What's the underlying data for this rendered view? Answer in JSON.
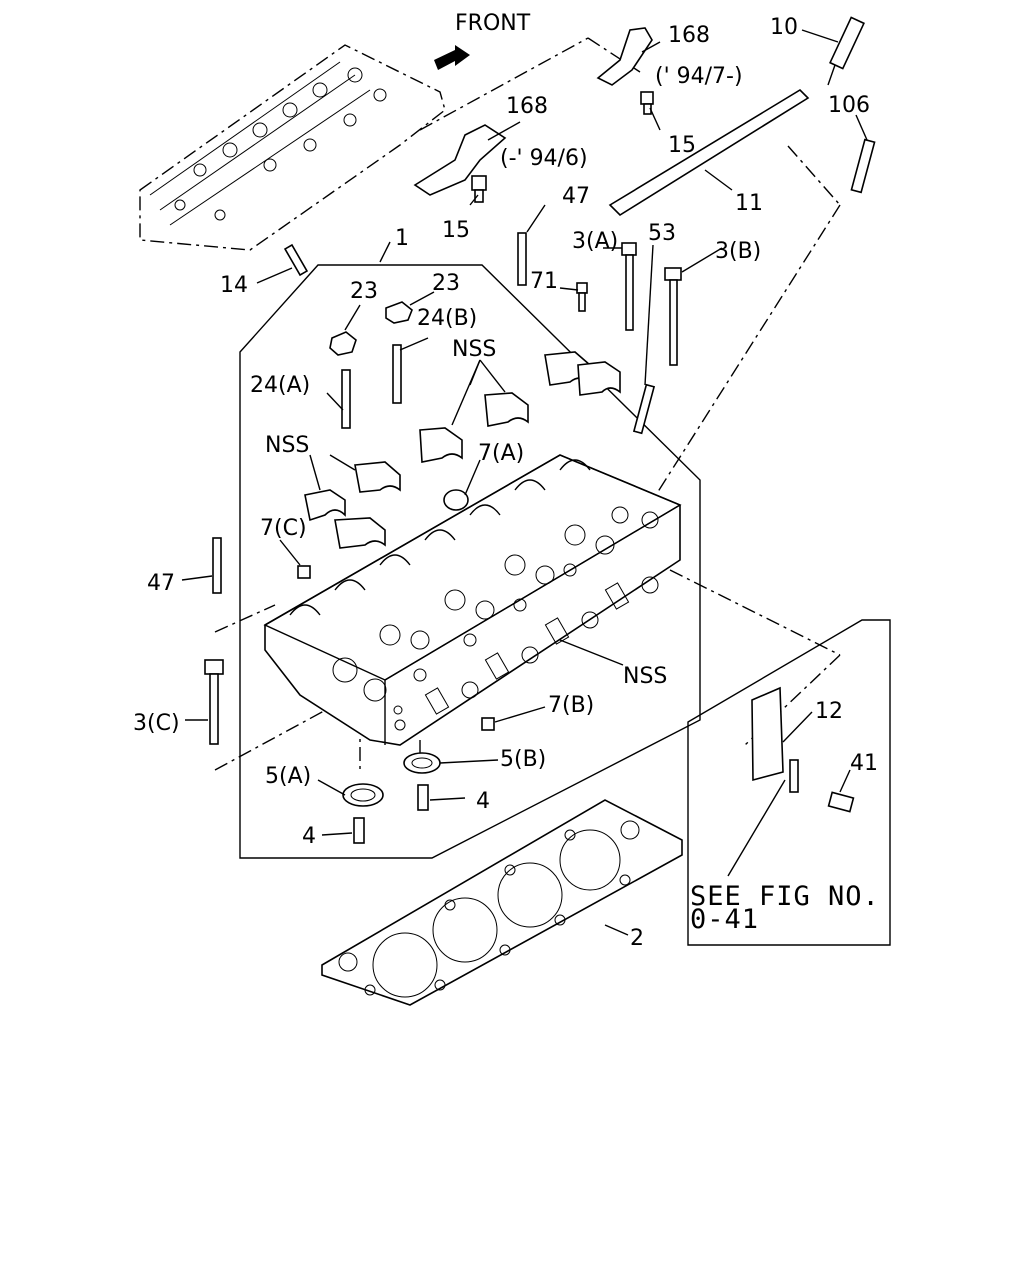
{
  "labels": {
    "front": "FRONT",
    "p168a": "168",
    "p168b": "168",
    "date_late": "(' 94/7-)",
    "date_early": "(-' 94/6)",
    "p10": "10",
    "p106": "106",
    "p15a": "15",
    "p15b": "15",
    "p11": "11",
    "p47a": "47",
    "p47b": "47",
    "p3a": "3(A)",
    "p3b": "3(B)",
    "p3c": "3(C)",
    "p53": "53",
    "p71": "71",
    "p1": "1",
    "p14": "14",
    "p23a": "23",
    "p23b": "23",
    "p24b": "24(B)",
    "p24a": "24(A)",
    "nss1": "NSS",
    "nss2": "NSS",
    "nss3": "NSS",
    "p7a": "7(A)",
    "p7b": "7(B)",
    "p7c": "7(C)",
    "p5a": "5(A)",
    "p5b": "5(B)",
    "p4a": "4",
    "p4b": "4",
    "p2": "2",
    "p12": "12",
    "p41": "41",
    "see1": "SEE FIG NO.",
    "see2": "0-41"
  }
}
